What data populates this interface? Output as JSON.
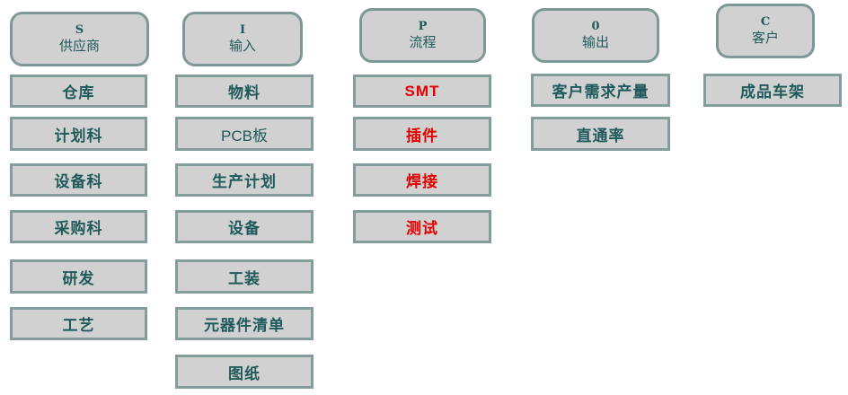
{
  "columns": [
    {
      "header": {
        "letter": "S",
        "title": "供应商"
      },
      "items": [
        "仓库",
        "计划科",
        "设备科",
        "采购科",
        "研发",
        "工艺"
      ]
    },
    {
      "header": {
        "letter": "I",
        "title": "输入"
      },
      "items": [
        "物料",
        "PCB板",
        "生产计划",
        "设备",
        "工装",
        "元器件清单",
        "图纸"
      ]
    },
    {
      "header": {
        "letter": "P",
        "title": "流程"
      },
      "items": [
        "SMT",
        "插件",
        "焊接",
        "测试"
      ]
    },
    {
      "header": {
        "letter": "0",
        "title": "输出"
      },
      "items": [
        "客户需求产量",
        "直通率"
      ]
    },
    {
      "header": {
        "letter": "C",
        "title": "客户"
      },
      "items": [
        "成品车架"
      ]
    }
  ],
  "colors": {
    "box_fill": "#d1d1d1",
    "border": "#7e9898",
    "text": "#1f5a5a",
    "process_text": "#e10000"
  }
}
